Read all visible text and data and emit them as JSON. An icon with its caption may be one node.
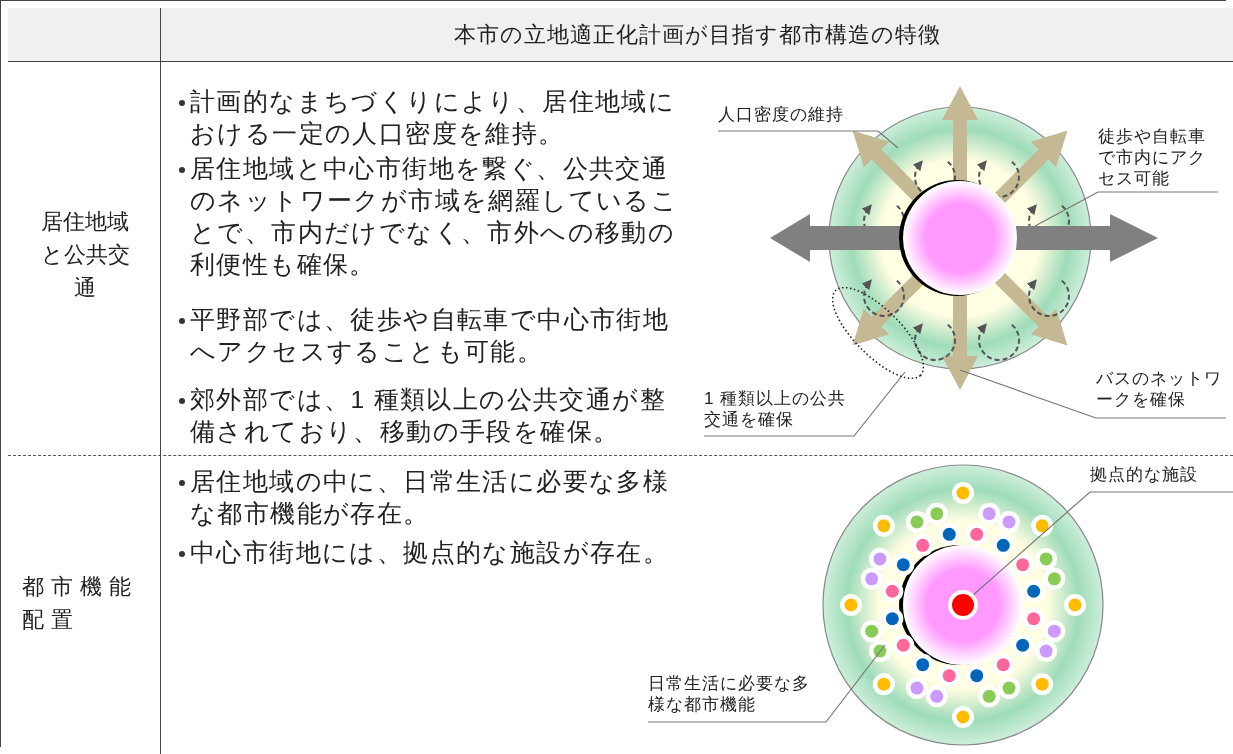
{
  "diagram": {
    "nodes": [
      {
        "text": [
          "人口密度の維持"
        ]
      },
      {
        "text": [
          "徒歩や自転車で市内にアクセス可能"
        ]
      },
      {
        "text": [
          "1 種類以上の公共交通を確保"
        ]
      },
      {
        "text": [
          "バスのネットワークを確保"
        ]
      },
      {
        "text": [],
        "shape": "ellipse"
      },
      {
        "text": [
          "拠点的な施設"
        ]
      },
      {
        "text": [
          "日常生活に必要な多様な都市機能"
        ]
      },
      {
        "text": [],
        "shape": "circle"
      }
    ],
    "edges": [
      {
        "from": 0,
        "to": null,
        "arrow": "none"
      },
      {
        "from": 1,
        "to": null,
        "arrow": "none"
      },
      {
        "from": 2,
        "to": 4,
        "arrow": "none"
      },
      {
        "from": 3,
        "to": null,
        "arrow": "none"
      },
      {
        "from": 5,
        "to": 7,
        "arrow": "none"
      },
      {
        "from": 6,
        "to": null,
        "arrow": "none"
      }
    ],
    "labels": [
      "本市の立地適正化計画が目指す都市構造の特徴",
      "居住地域と公共交通",
      "計画的なまちづくりにより、居住地域における一定の人口密度を維持。",
      "居住地域と中心市街地を繋ぐ、公共交通のネットワークが市域を網羅していることで、市内だけでなく、市外への移動の利便性も確保。",
      "平野部では、徒歩や自転車で中心市街地へアクセスすることも可能。",
      "郊外部では、1 種類以上の公共交通が整備されており、移動の手段を確保。",
      "都市機能配置",
      "居住地域の中に、日常生活に必要な多様な都市機能が存在。",
      "中心市街地には、拠点的な施設が存在。"
    ]
  }
}
